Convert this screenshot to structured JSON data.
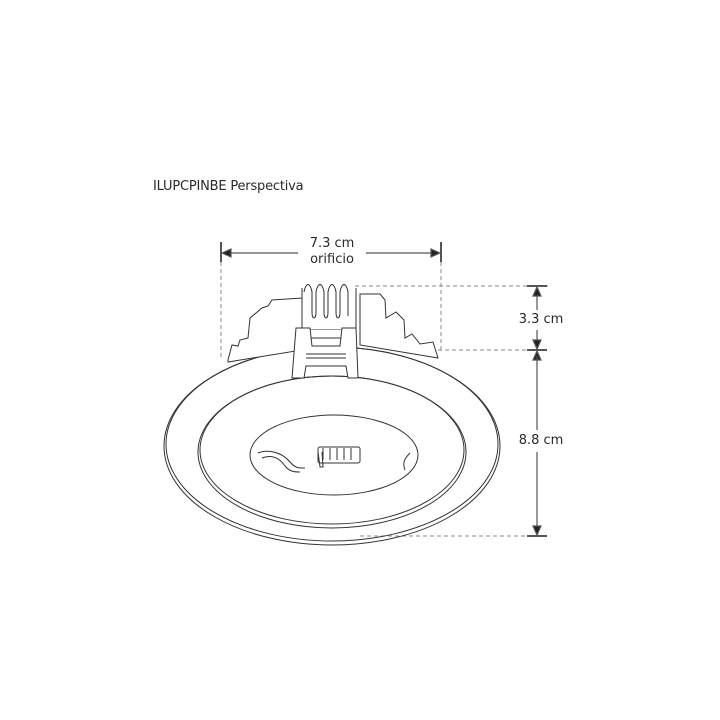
{
  "title": "ILUPCPINBE Perspectiva",
  "dimensions": {
    "width": {
      "value": "7.3 cm",
      "note": "orificio"
    },
    "top_height": {
      "value": "3.3 cm"
    },
    "body_height": {
      "value": "8.8 cm"
    }
  },
  "colors": {
    "line": "#333333",
    "dim_line": "#555555",
    "dashed": "#888888",
    "background": "#ffffff"
  }
}
